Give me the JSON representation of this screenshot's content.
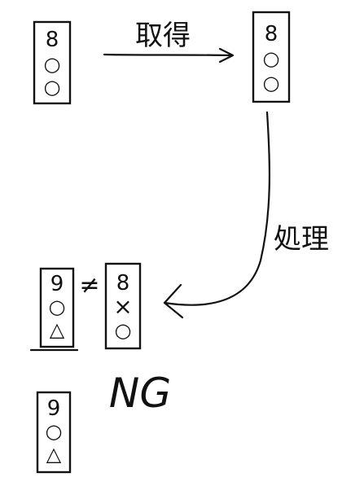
{
  "boxes": {
    "source": {
      "cells": [
        "8",
        "○",
        "○"
      ]
    },
    "acquired": {
      "cells": [
        "8",
        "○",
        "○"
      ]
    },
    "left": {
      "cells": [
        "9",
        "○",
        "△"
      ]
    },
    "processed": {
      "cells": [
        "8",
        "×",
        "○"
      ]
    },
    "bottom": {
      "cells": [
        "9",
        "○",
        "△"
      ]
    }
  },
  "labels": {
    "acquire": "取得",
    "process": "処理",
    "not_equal": "≠",
    "result": "NG"
  }
}
